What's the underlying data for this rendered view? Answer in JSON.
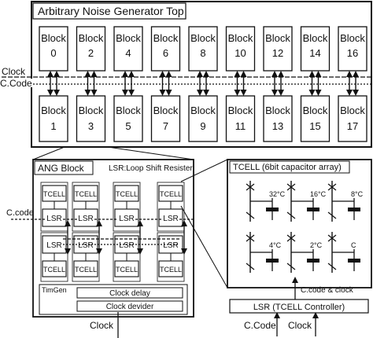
{
  "top": {
    "title": "Arbitrary Noise Generator Top",
    "block_word": "Block",
    "top_numbers": [
      "0",
      "2",
      "4",
      "6",
      "8",
      "10",
      "12",
      "14",
      "16"
    ],
    "bottom_numbers": [
      "1",
      "3",
      "5",
      "7",
      "9",
      "11",
      "13",
      "15",
      "17"
    ],
    "clock_label": "Clock",
    "ccode_label": "C.Code"
  },
  "ang": {
    "title": "ANG Block",
    "lsr_note": "LSR:Loop Shift Resister",
    "tcell": "TCELL",
    "lsr": "LSR",
    "ccode_in": "C.code",
    "timgen": "TimGen",
    "clock_delay": "Clock delay",
    "clock_devider": "Clock devider",
    "clock_in": "Clock"
  },
  "tcell": {
    "title": "TCELL (6bit capacitor array)",
    "caps": [
      "32°C",
      "16°C",
      "8°C",
      "4°C",
      "2°C",
      "C"
    ],
    "ccode_clock": "C.code & clock",
    "controller": "LSR (TCELL Controller)",
    "ccode_in": "C.Code",
    "clock_in": "Clock"
  },
  "colors": {
    "line": "#111111",
    "background": "#ffffff"
  }
}
